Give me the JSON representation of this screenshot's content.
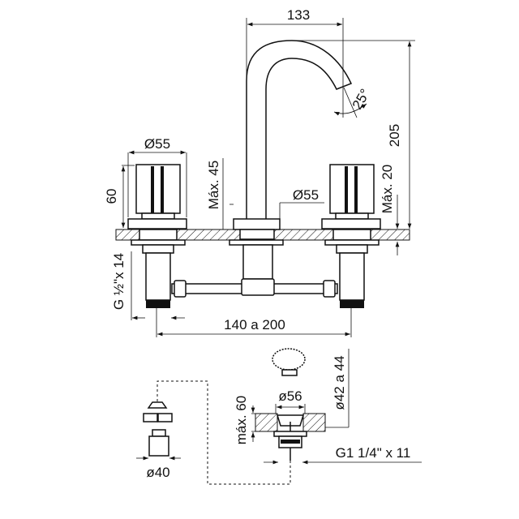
{
  "dimensions": {
    "spout_reach": "133",
    "spout_angle": "25°",
    "total_height": "205",
    "handle_diameter": "Ø55",
    "handle_height": "60",
    "max_thickness_spout": "Máx. 45",
    "spout_base_diameter": "Ø55",
    "max_thickness_handle": "Máx. 20",
    "inlet_thread": "G ½\"x 14",
    "center_distance": "140 a 200",
    "drain_hole_range": "ø42 a 44",
    "drain_diameter": "ø56",
    "drain_max_thickness": "máx. 60",
    "drain_thread": "G1 1/4\" x 11",
    "knob_diameter": "ø40"
  }
}
